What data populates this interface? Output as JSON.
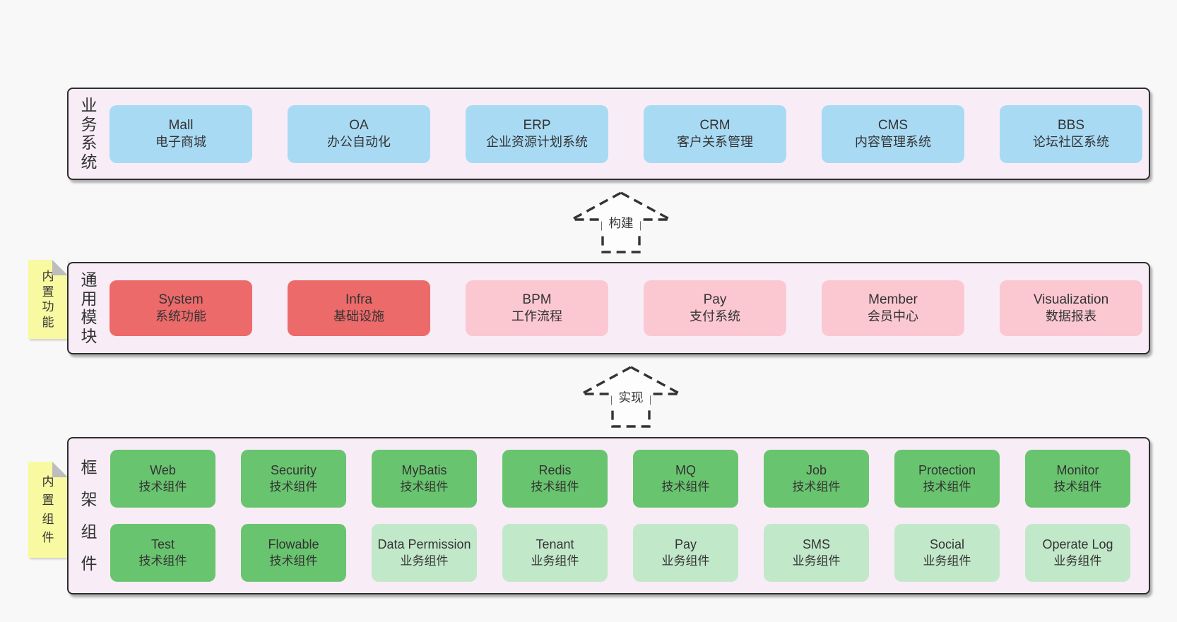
{
  "colors": {
    "background": "#f8f8f8",
    "container_fill": "#f8edf6",
    "border": "#2e2e2e",
    "tab_fill": "#f9f9a2",
    "arrow_fill": "#fdfdfd",
    "blue": "#a9daf4",
    "red": "#ed6a6a",
    "pink": "#fbc8d2",
    "green": "#69c46f",
    "lightgreen": "#c2e8ca"
  },
  "arrows": [
    {
      "label": "构建"
    },
    {
      "label": "实现"
    }
  ],
  "layers": [
    {
      "id": "business-systems",
      "label": "业务系统",
      "tab": null,
      "rows": [
        [
          {
            "en": "Mall",
            "zh": "电子商城",
            "variant": "blue"
          },
          {
            "en": "OA",
            "zh": "办公自动化",
            "variant": "blue"
          },
          {
            "en": "ERP",
            "zh": "企业资源计划系统",
            "variant": "blue"
          },
          {
            "en": "CRM",
            "zh": "客户关系管理",
            "variant": "blue"
          },
          {
            "en": "CMS",
            "zh": "内容管理系统",
            "variant": "blue"
          },
          {
            "en": "BBS",
            "zh": "论坛社区系统",
            "variant": "blue"
          }
        ]
      ]
    },
    {
      "id": "common-modules",
      "label": "通用模块",
      "tab": "内置功能",
      "rows": [
        [
          {
            "en": "System",
            "zh": "系统功能",
            "variant": "red"
          },
          {
            "en": "Infra",
            "zh": "基础设施",
            "variant": "red"
          },
          {
            "en": "BPM",
            "zh": "工作流程",
            "variant": "pink"
          },
          {
            "en": "Pay",
            "zh": "支付系统",
            "variant": "pink"
          },
          {
            "en": "Member",
            "zh": "会员中心",
            "variant": "pink"
          },
          {
            "en": "Visualization",
            "zh": "数据报表",
            "variant": "pink"
          }
        ]
      ]
    },
    {
      "id": "framework-components",
      "label": "框架组件",
      "tab": "内置组件",
      "rows": [
        [
          {
            "en": "Web",
            "zh": "技术组件",
            "variant": "green"
          },
          {
            "en": "Security",
            "zh": "技术组件",
            "variant": "green"
          },
          {
            "en": "MyBatis",
            "zh": "技术组件",
            "variant": "green"
          },
          {
            "en": "Redis",
            "zh": "技术组件",
            "variant": "green"
          },
          {
            "en": "MQ",
            "zh": "技术组件",
            "variant": "green"
          },
          {
            "en": "Job",
            "zh": "技术组件",
            "variant": "green"
          },
          {
            "en": "Protection",
            "zh": "技术组件",
            "variant": "green"
          },
          {
            "en": "Monitor",
            "zh": "技术组件",
            "variant": "green"
          }
        ],
        [
          {
            "en": "Test",
            "zh": "技术组件",
            "variant": "green"
          },
          {
            "en": "Flowable",
            "zh": "技术组件",
            "variant": "green"
          },
          {
            "en": "Data Permission",
            "zh": "业务组件",
            "variant": "lightgreen"
          },
          {
            "en": "Tenant",
            "zh": "业务组件",
            "variant": "lightgreen"
          },
          {
            "en": "Pay",
            "zh": "业务组件",
            "variant": "lightgreen"
          },
          {
            "en": "SMS",
            "zh": "业务组件",
            "variant": "lightgreen"
          },
          {
            "en": "Social",
            "zh": "业务组件",
            "variant": "lightgreen"
          },
          {
            "en": "Operate Log",
            "zh": "业务组件",
            "variant": "lightgreen"
          }
        ]
      ]
    }
  ]
}
